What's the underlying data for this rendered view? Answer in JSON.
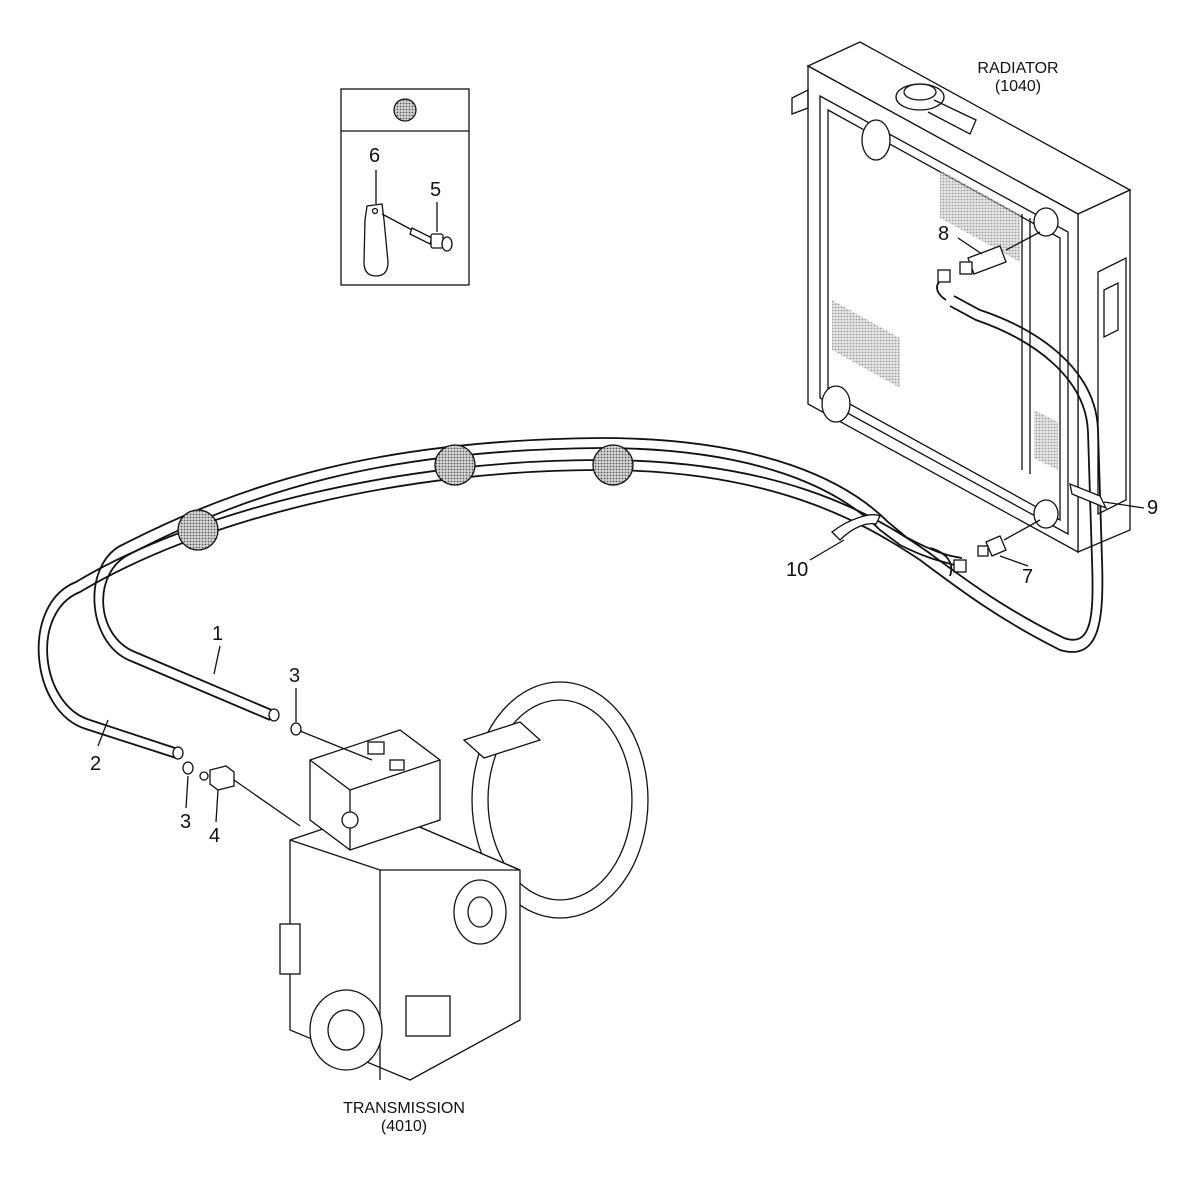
{
  "assemblies": {
    "radiator": {
      "name": "RADIATOR",
      "code": "(1040)"
    },
    "transmission": {
      "name": "TRANSMISSION",
      "code": "(4010)"
    }
  },
  "callouts": [
    {
      "id": "p1",
      "text": "1"
    },
    {
      "id": "p2",
      "text": "2"
    },
    {
      "id": "p3a",
      "text": "3"
    },
    {
      "id": "p3b",
      "text": "3"
    },
    {
      "id": "p4",
      "text": "4"
    },
    {
      "id": "p5",
      "text": "5"
    },
    {
      "id": "p6",
      "text": "6"
    },
    {
      "id": "p7",
      "text": "7"
    },
    {
      "id": "p8",
      "text": "8"
    },
    {
      "id": "p9",
      "text": "9"
    },
    {
      "id": "p10",
      "text": "10"
    }
  ],
  "colors": {
    "line": "#111111",
    "marker": "#9a9a9a",
    "background": "#ffffff"
  }
}
